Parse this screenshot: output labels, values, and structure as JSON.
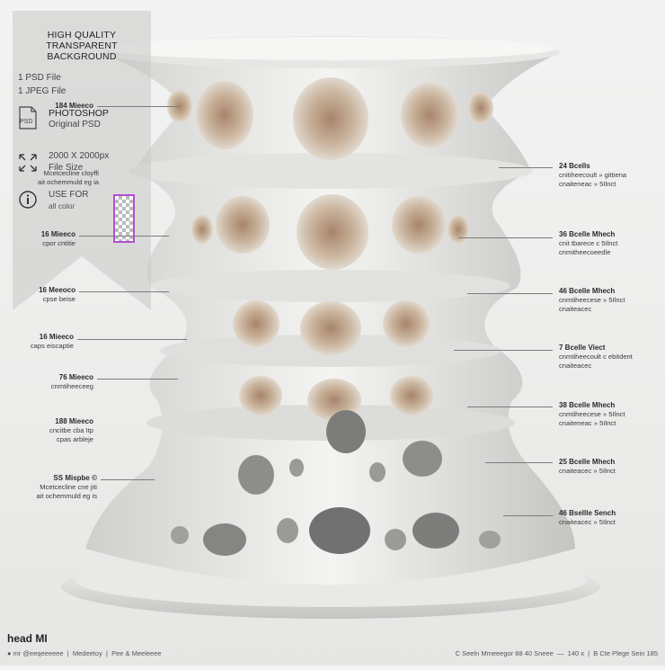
{
  "badge": {
    "line1": "HIGH QUALITY",
    "line2": "TRANSPARENT BACKGROUND",
    "psd_file": "1 PSD File",
    "jpeg_file": "1 JPEG File",
    "psd_icon_label": "PSD",
    "photoshop_title": "PHOTOSHOP",
    "photoshop_sub": "Original PSD",
    "size": "2000 X 2000px",
    "file_size": "File Size",
    "use_for": "USE FOR",
    "all_color": "all color"
  },
  "left_annotations": [
    {
      "title": "184 Mieeco",
      "body": ""
    },
    {
      "title": "",
      "body": "Mcetcecline cloyffi\nait ochemmuld eg ia"
    },
    {
      "title": "16 Mieeco",
      "body": "cpor cntitie"
    },
    {
      "title": "16 Meeoco",
      "body": "cpse beise"
    },
    {
      "title": "16 Mieeco",
      "body": "caps eiscaptie"
    },
    {
      "title": "76 Mieeco",
      "body": "cnmtiheeceeg"
    },
    {
      "title": "188 Mieeco",
      "body": "cncitbe cba Itp\ncpas arbleje"
    },
    {
      "title": "SS Mispbe ©",
      "body": "Mcetcecline cne jiti\nait ochemmuld eg is"
    }
  ],
  "right_annotations": [
    {
      "title": "24 Bcells",
      "body": "cnitiheecoult » gittiena\ncnaiteneac » 5Ilnct"
    },
    {
      "title": "36 Bcelle Mhech",
      "body": "cnit tbarece c 5Ilnct\ncnmitheecoeedle"
    },
    {
      "title": "46 Bcelle Mhech",
      "body": "cnmtiheecese » 5Ilnct\ncnaiteacec"
    },
    {
      "title": "7 Bcelle Viect",
      "body": "cnmtiheecoult c ebitdent\ncnaiteacec"
    },
    {
      "title": "38 Bcelle Mhech",
      "body": "cnmtiheecese » 5Ilnct\ncnaiteneac » 5Ilnct"
    },
    {
      "title": "25 Bcelle Mhech",
      "body": "cnaiteacec » 5Ilnct"
    },
    {
      "title": "46 Bsellle Sench",
      "body": "cnaiteacec » 5Ilnct"
    }
  ],
  "footer": {
    "title": "head MI",
    "links": "● mr @eeqeeeeee  |  Medeetoy  |  Pee & Meeleeee",
    "right": "C Seeln Mmeeegor 88 40 Sneee  —  140 x  |  B Cte Plege Sein 185"
  },
  "colors": {
    "accent_border": "#b34fd1",
    "leader_line": "#7b7b7b",
    "panel": "#c9cac8"
  }
}
